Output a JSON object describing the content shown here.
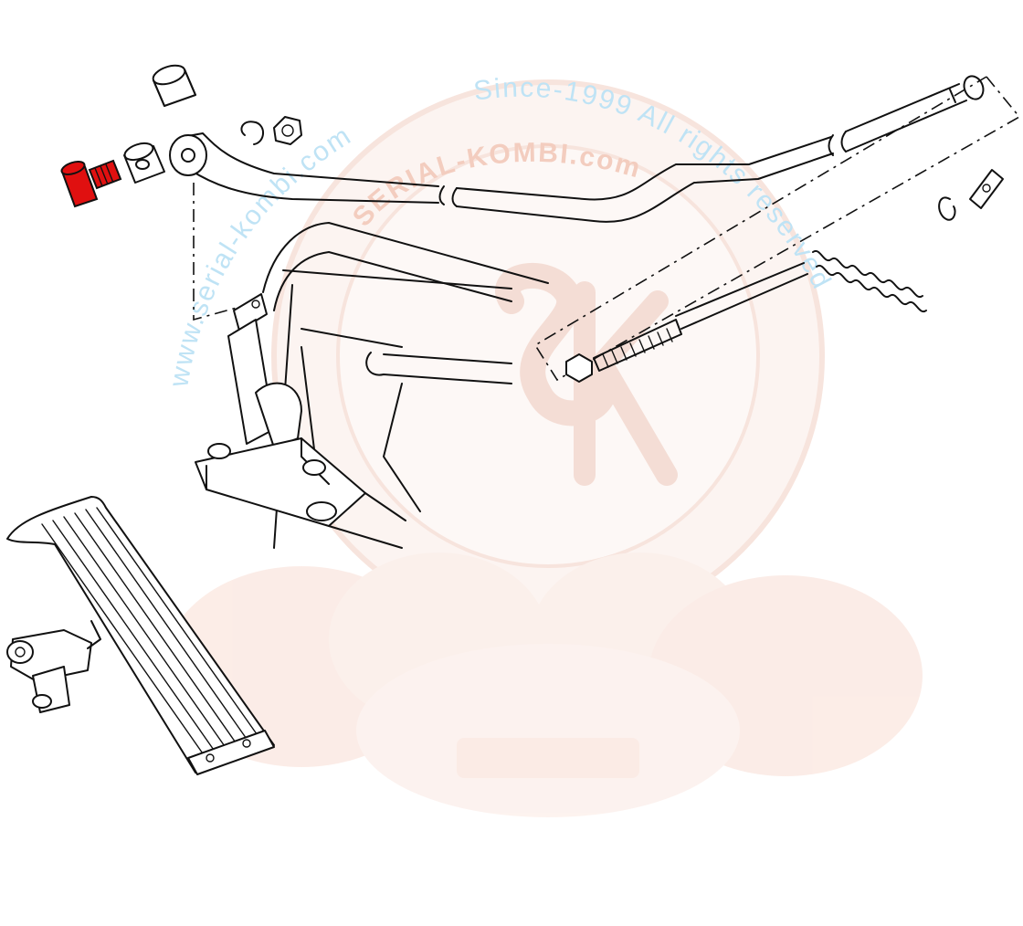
{
  "watermark": {
    "url_text": "www.serial-kombi.com",
    "since_text": "Since-1999 All rights reserved",
    "ring_text": "SERIAL-KOMBI.com",
    "url_color": "#bfe3f5",
    "emblem_color": "#f6d9cf"
  },
  "highlight": {
    "part": "accelerator-pedal-pivot-bolt",
    "color": "#e01010"
  }
}
